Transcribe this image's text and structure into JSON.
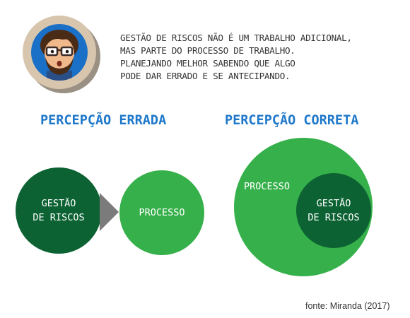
{
  "quote": {
    "lines": [
      "GESTÃO DE RISCOS NÃO É UM TRABALHO ADICIONAL,",
      "MAS PARTE DO PROCESSO DE TRABALHO.",
      "PLANEJANDO MELHOR SABENDO QUE ALGO",
      "PODE DAR ERRADO E SE ANTECIPANDO."
    ]
  },
  "wrong": {
    "heading": "PERCEPÇÃO ERRADA",
    "risk_line1": "GESTÃO",
    "risk_line2": "DE RISCOS",
    "process": "PROCESSO"
  },
  "right": {
    "heading": "PERCEPÇÃO CORRETA",
    "process": "PROCESSO",
    "risk_line1": "GESTÃO",
    "risk_line2": "DE RISCOS"
  },
  "source": "fonte: Miranda (2017)",
  "colors": {
    "heading": "#1f78c9",
    "dark_green": "#0c6233",
    "light_green": "#36b04a",
    "arrow": "#7b7b7b",
    "avatar_bg": "#1a6fc6"
  },
  "icons": [
    "avatar-icon",
    "arrow-right-icon"
  ]
}
